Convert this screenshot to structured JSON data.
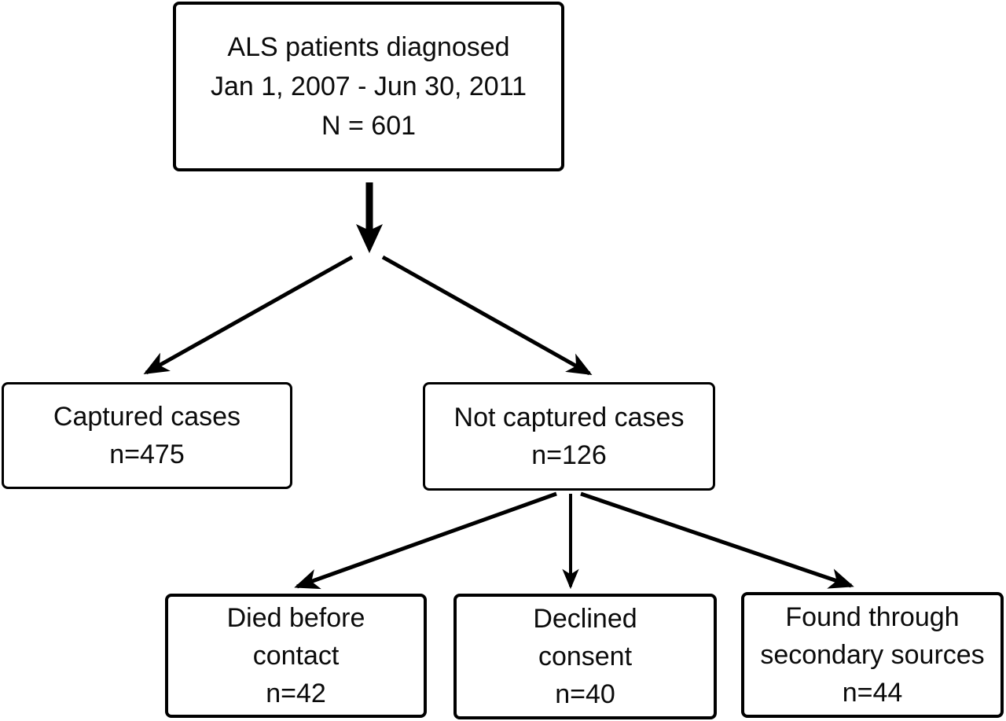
{
  "diagram": {
    "type": "flowchart",
    "background_color": "#ffffff",
    "line_color": "#000000",
    "text_color": "#000000",
    "nodes": {
      "root": {
        "lines": [
          "ALS patients diagnosed",
          "Jan 1, 2007 - Jun 30, 2011",
          "N = 601"
        ]
      },
      "captured": {
        "lines": [
          "Captured cases",
          "n=475"
        ]
      },
      "not_captured": {
        "lines": [
          "Not captured cases",
          "n=126"
        ]
      },
      "died": {
        "lines": [
          "Died before",
          "contact",
          "n=42"
        ]
      },
      "declined": {
        "lines": [
          "Declined",
          "consent",
          "n=40"
        ]
      },
      "found": {
        "lines": [
          "Found through",
          "secondary sources",
          "n=44"
        ]
      }
    },
    "edges": [
      {
        "from": "root",
        "to": "captured"
      },
      {
        "from": "root",
        "to": "not_captured"
      },
      {
        "from": "not_captured",
        "to": "died"
      },
      {
        "from": "not_captured",
        "to": "declined"
      },
      {
        "from": "not_captured",
        "to": "found"
      }
    ]
  }
}
